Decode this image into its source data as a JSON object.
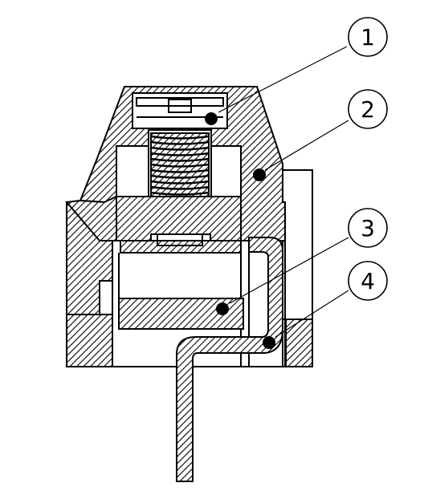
{
  "diagram": {
    "callouts": [
      {
        "number": "1"
      },
      {
        "number": "2"
      },
      {
        "number": "3"
      },
      {
        "number": "4"
      }
    ]
  }
}
